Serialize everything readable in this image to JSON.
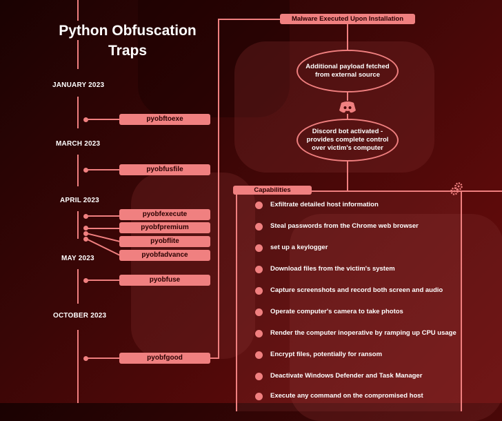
{
  "title_line1": "Python Obfuscation",
  "title_line2": "Traps",
  "timeline": {
    "dates": [
      "JANUARY 2023",
      "MARCH 2023",
      "APRIL 2023",
      "MAY 2023",
      "OCTOBER 2023"
    ],
    "packages": [
      "pyobftoexe",
      "pyobfusfile",
      "pyobfexecute",
      "pyobfpremium",
      "pyobflite",
      "pyobfadvance",
      "pyobfuse",
      "pyobfgood"
    ]
  },
  "flow": {
    "top_box": "Malware Executed Upon Installation",
    "payload": "Additional payload fetched from external source",
    "bot": "Discord bot activated - provides complete control over victim's computer"
  },
  "capabilities": {
    "label": "Capabilities",
    "items": [
      "Exfiltrate detailed host information",
      "Steal passwords from the Chrome web browser",
      "set up a keylogger",
      "Download files from the victim's system",
      "Capture screenshots and record both screen and audio",
      "Operate computer's camera to take photos",
      "Render the computer inoperative by ramping up CPU usage",
      "Encrypt files, potentially for ransom",
      "Deactivate Windows Defender and Task Manager",
      "Execute any command on the compromised host"
    ]
  },
  "icons": [
    "discord-icon",
    "gears-icon"
  ],
  "colors": {
    "accent": "#f08080",
    "background": "#3a0606"
  }
}
